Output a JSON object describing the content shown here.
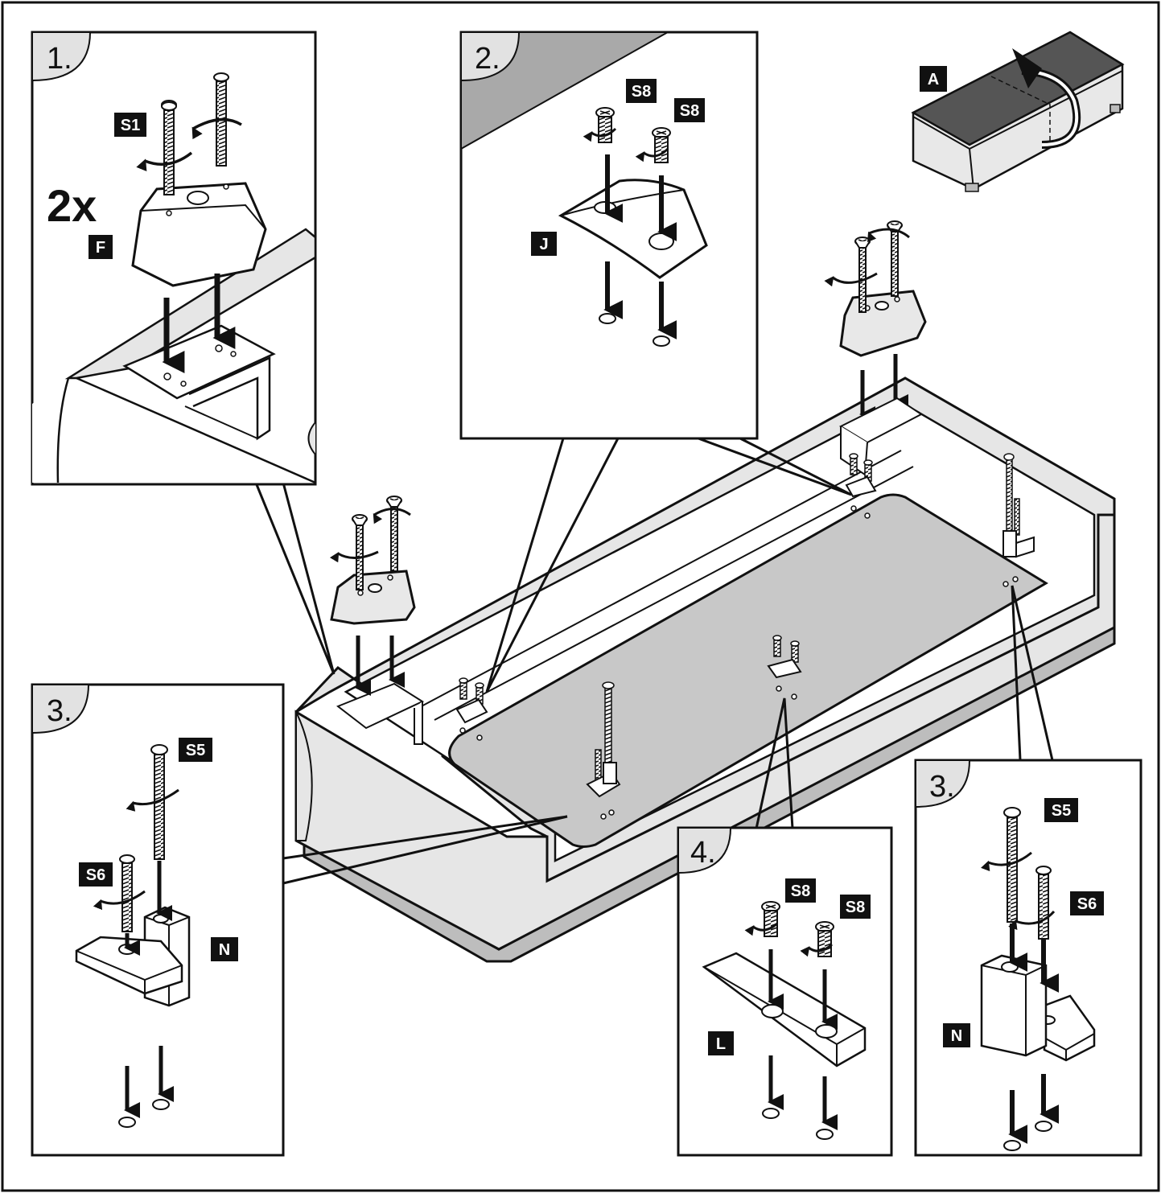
{
  "steps": {
    "step1": "1.",
    "step2": "2.",
    "step3_left": "3.",
    "step3_right": "3.",
    "step4": "4."
  },
  "quantity": "2x",
  "parts": {
    "A": "A",
    "F": "F",
    "J": "J",
    "L": "L",
    "N": "N",
    "S1": "S1",
    "S5": "S5",
    "S6": "S6",
    "S8": "S8"
  },
  "colors": {
    "line": "#111111",
    "panel_fill": "#c8c8c8",
    "body_fill": "#e6e6e6",
    "tab_fill": "#e2e2e2",
    "label_bg": "#111111"
  }
}
